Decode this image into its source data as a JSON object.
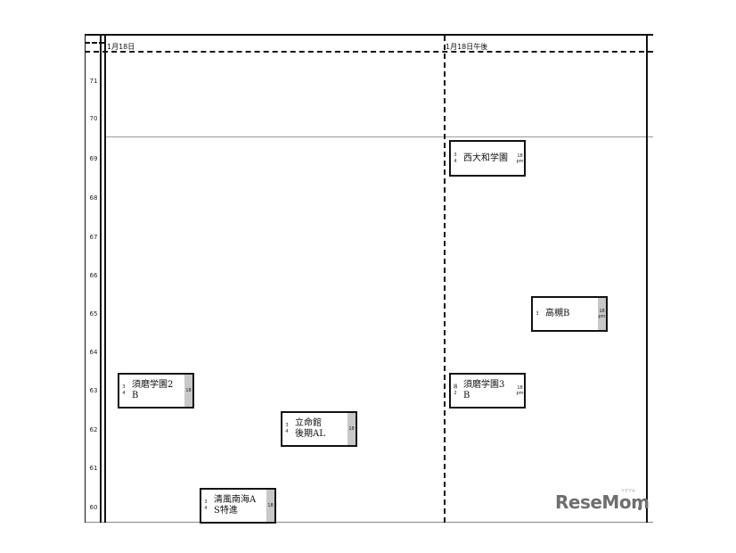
{
  "columns": [
    {
      "header": "1月18日"
    },
    {
      "header": "1月18日午後"
    }
  ],
  "y_axis": {
    "ticks": [
      "71",
      "70",
      "69",
      "68",
      "67",
      "66",
      "65",
      "64",
      "63",
      "62",
      "61",
      "60"
    ]
  },
  "entries": [
    {
      "school": "西大和学園",
      "course": "",
      "left_mark_1": "3",
      "left_mark_2": "4",
      "right_mark_1": "18",
      "right_mark_2": "pm"
    },
    {
      "school": "高槻B",
      "course": "",
      "left_mark_1": "3",
      "left_mark_2": "",
      "right_mark_1": "18",
      "right_mark_2": "pm"
    },
    {
      "school": "須磨学園2",
      "course": "B",
      "left_mark_1": "3",
      "left_mark_2": "4",
      "right_mark_1": "18",
      "right_mark_2": ""
    },
    {
      "school": "須磨学園3",
      "course": "B",
      "left_mark_1": "週",
      "left_mark_2": "2",
      "right_mark_1": "18",
      "right_mark_2": "pm"
    },
    {
      "school": "立命館",
      "course": "後期AL",
      "left_mark_1": "3",
      "left_mark_2": "4",
      "right_mark_1": "18",
      "right_mark_2": ""
    },
    {
      "school": "清風南海A",
      "course": "S特進",
      "left_mark_1": "3",
      "left_mark_2": "4",
      "right_mark_1": "18",
      "right_mark_2": ""
    }
  ],
  "watermark": {
    "text": "ReseMom",
    "ruby": "リセマム"
  }
}
